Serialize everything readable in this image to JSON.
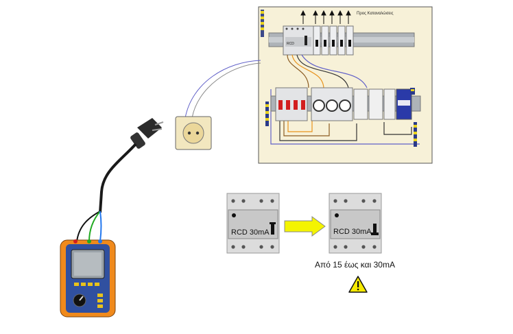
{
  "panel": {
    "consumers_label": "Προς Καταναλώσεις",
    "rcd_breaker_label": "RCD"
  },
  "rcd_before": {
    "label": "RCD  30mA",
    "state": "on"
  },
  "rcd_after": {
    "label": "RCD  30mA",
    "state": "tripped"
  },
  "caption": "Από 15 έως και 30mA",
  "icons": {
    "warning": "warning-triangle-icon",
    "arrow": "arrow-right-icon",
    "plug": "schuko-plug-icon",
    "socket": "wall-socket-icon",
    "tester": "installation-tester-icon"
  },
  "colors": {
    "panel_bg": "#f7f1d8",
    "arrow_fill": "#f4f400",
    "warning_fill": "#f6ea00",
    "tester_orange": "#f08a1c",
    "tester_blue": "#3050a0",
    "lead_green": "#22aa22",
    "lead_blue": "#2277ee",
    "wire_brown": "#8a5a20",
    "wire_orange": "#e8921c",
    "wire_blue": "#6060c8"
  }
}
